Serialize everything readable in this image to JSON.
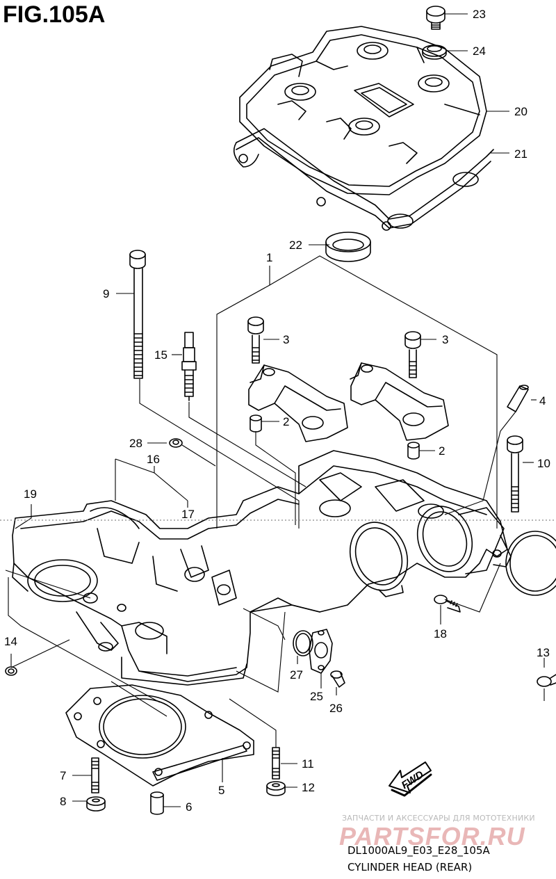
{
  "figure": {
    "title": "FIG.105A",
    "model_code": "DL1000AL9_E03_E28_105A",
    "caption": "CYLINDER HEAD (REAR)"
  },
  "watermark": {
    "tagline": "ЗАПЧАСТИ И АКСЕССУАРЫ ДЛЯ МОТОТЕХНИКИ",
    "brand": "PARTSFOR.RU"
  },
  "direction_marker": "FWD",
  "callouts": [
    "23",
    "24",
    "20",
    "21",
    "22",
    "1",
    "9",
    "3",
    "3",
    "15",
    "4",
    "2",
    "2",
    "10",
    "28",
    "16",
    "19",
    "17",
    "14",
    "18",
    "27",
    "25",
    "26",
    "13",
    "11",
    "12",
    "7",
    "8",
    "5",
    "6"
  ]
}
